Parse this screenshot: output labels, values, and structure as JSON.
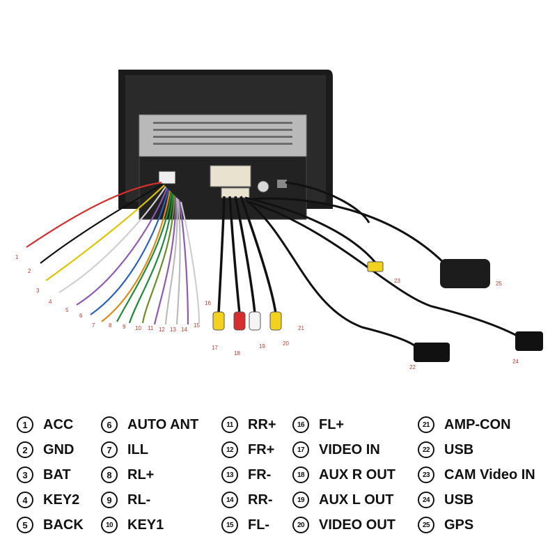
{
  "legend": [
    {
      "num": "1",
      "label": "ACC"
    },
    {
      "num": "2",
      "label": "GND"
    },
    {
      "num": "3",
      "label": "BAT"
    },
    {
      "num": "4",
      "label": "KEY2"
    },
    {
      "num": "5",
      "label": "BACK"
    },
    {
      "num": "6",
      "label": "AUTO ANT"
    },
    {
      "num": "7",
      "label": "ILL"
    },
    {
      "num": "8",
      "label": "RL+"
    },
    {
      "num": "9",
      "label": "RL-"
    },
    {
      "num": "10",
      "label": "KEY1"
    },
    {
      "num": "11",
      "label": "RR+"
    },
    {
      "num": "12",
      "label": "FR+"
    },
    {
      "num": "13",
      "label": "FR-"
    },
    {
      "num": "14",
      "label": "RR-"
    },
    {
      "num": "15",
      "label": "FL-"
    },
    {
      "num": "16",
      "label": "FL+"
    },
    {
      "num": "17",
      "label": "VIDEO IN"
    },
    {
      "num": "18",
      "label": "AUX R OUT"
    },
    {
      "num": "19",
      "label": "AUX L OUT"
    },
    {
      "num": "20",
      "label": "VIDEO OUT"
    },
    {
      "num": "21",
      "label": "AMP-CON"
    },
    {
      "num": "22",
      "label": "USB"
    },
    {
      "num": "23",
      "label": "CAM Video IN"
    },
    {
      "num": "24",
      "label": "USB"
    },
    {
      "num": "25",
      "label": "GPS"
    }
  ],
  "photo_pin_numbers": [
    "1",
    "2",
    "3",
    "4",
    "5",
    "6",
    "7",
    "8",
    "9",
    "10",
    "11",
    "12",
    "13",
    "14",
    "15",
    "16",
    "17",
    "18",
    "19",
    "20",
    "21",
    "22",
    "23",
    "24",
    "25"
  ],
  "colors": {
    "pin_label": "#c0392b",
    "unit_body": "#1b1b1b",
    "chassis": "#b9b9b9"
  }
}
